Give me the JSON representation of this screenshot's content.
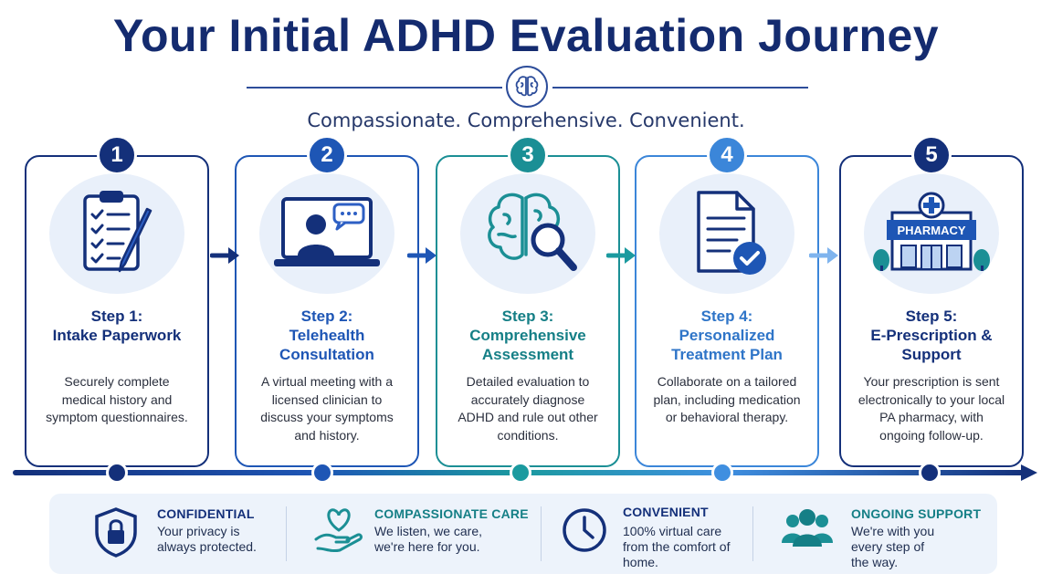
{
  "header": {
    "title": "Your Initial ADHD Evaluation Journey",
    "subtitle": "Compassionate. Comprehensive. Convenient.",
    "badge_icon": "brain-icon"
  },
  "steps": [
    {
      "number": "1",
      "title_line1": "Step 1:",
      "title_line2": "Intake Paperwork",
      "title_line3": "",
      "desc": "Securely complete medical history and symptom questionnaires.",
      "icon": "clipboard-checklist-icon",
      "color": "#14307a",
      "title_color": "#14307a"
    },
    {
      "number": "2",
      "title_line1": "Step 2:",
      "title_line2": "Telehealth",
      "title_line3": "Consultation",
      "desc": "A virtual meeting with a licensed clinician to discuss your symptoms and history.",
      "icon": "laptop-video-call-icon",
      "color": "#1e56b5",
      "title_color": "#1e56b5"
    },
    {
      "number": "3",
      "title_line1": "Step 3:",
      "title_line2": "Comprehensive",
      "title_line3": "Assessment",
      "desc": "Detailed evaluation to accurately diagnose ADHD and rule out other conditions.",
      "icon": "brain-magnifier-icon",
      "color": "#1b8f95",
      "title_color": "#157f86"
    },
    {
      "number": "4",
      "title_line1": "Step 4:",
      "title_line2": "Personalized",
      "title_line3": "Treatment Plan",
      "desc": "Collaborate on a tailored plan, including medication or behavioral therapy.",
      "icon": "document-check-icon",
      "color": "#3b86d9",
      "title_color": "#2f75c8"
    },
    {
      "number": "5",
      "title_line1": "Step 5:",
      "title_line2": "E-Prescription &",
      "title_line3": "Support",
      "desc": "Your prescription is sent electronically to your local PA pharmacy, with ongoing follow-up.",
      "icon": "pharmacy-icon",
      "color": "#14307a",
      "title_color": "#14307a",
      "sign_text": "PHARMACY"
    }
  ],
  "footer": [
    {
      "heading": "CONFIDENTIAL",
      "text": "Your privacy is always protected.",
      "icon": "shield-lock-icon",
      "color": "#14307a"
    },
    {
      "heading": "COMPASSIONATE CARE",
      "text": "We listen, we care, we're here for you.",
      "icon": "heart-hand-icon",
      "color": "#157f86"
    },
    {
      "heading": "CONVENIENT",
      "text": "100% virtual care from the comfort of home.",
      "icon": "clock-icon",
      "color": "#14307a"
    },
    {
      "heading": "ONGOING SUPPORT",
      "text": "We're with you every step of the way.",
      "icon": "people-group-icon",
      "color": "#157f86"
    }
  ]
}
